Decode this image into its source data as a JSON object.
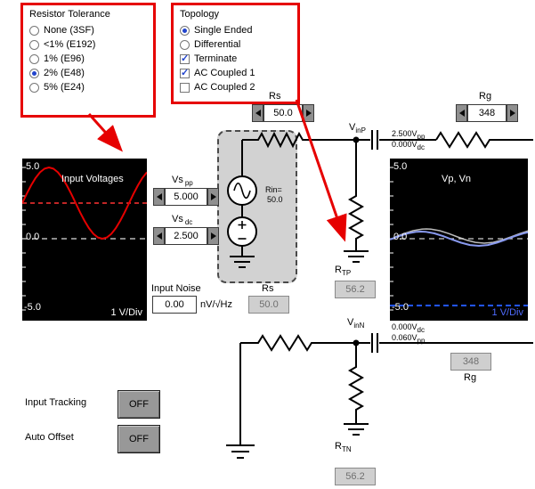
{
  "resistor_tolerance": {
    "title": "Resistor Tolerance",
    "options": [
      {
        "label": "None (3SF)",
        "selected": false
      },
      {
        "label": "<1% (E192)",
        "selected": false
      },
      {
        "label": "1% (E96)",
        "selected": false
      },
      {
        "label": "2% (E48)",
        "selected": true
      },
      {
        "label": "5% (E24)",
        "selected": false
      }
    ]
  },
  "topology": {
    "title": "Topology",
    "radios": [
      {
        "label": "Single Ended",
        "selected": true
      },
      {
        "label": "Differential",
        "selected": false
      }
    ],
    "checkboxes": [
      {
        "label": "Terminate",
        "checked": true
      },
      {
        "label": "AC Coupled 1",
        "checked": true
      },
      {
        "label": "AC Coupled 2",
        "checked": false
      }
    ]
  },
  "controls": {
    "rs_top": {
      "label": "Rs",
      "value": "50.0"
    },
    "rg_top": {
      "label": "Rg",
      "value": "348"
    },
    "vs_pp": {
      "label_main": "Vs",
      "label_sub": "pp",
      "value": "5.000"
    },
    "vs_dc": {
      "label_main": "Vs",
      "label_sub": "dc",
      "value": "2.500"
    },
    "input_noise": {
      "label": "Input Noise",
      "value": "0.00",
      "units": "nV/√Hz"
    },
    "rs_source": {
      "label": "Rs",
      "value": "50.0"
    },
    "rg_bottom": {
      "label": "Rg",
      "value": "348"
    },
    "rtp": {
      "label_main": "R",
      "label_sub": "TP",
      "value": "56.2"
    },
    "rtn": {
      "label_main": "R",
      "label_sub": "TN",
      "value": "56.2"
    },
    "input_tracking": {
      "label": "Input Tracking",
      "value": "OFF"
    },
    "auto_offset": {
      "label": "Auto Offset",
      "value": "OFF"
    }
  },
  "source_block": {
    "rin_label": "Rin=",
    "rin_value": "50.0"
  },
  "nodes": {
    "vinp_main": "V",
    "vinp_sub": "inP",
    "vinn_main": "V",
    "vinn_sub": "inN"
  },
  "annotations": {
    "p_line1": {
      "v": "2.500V",
      "sub": "pp"
    },
    "p_line2": {
      "v": "0.000V",
      "sub": "dc"
    },
    "n_line1": {
      "v": "0.000V",
      "sub": "dc"
    },
    "n_line2": {
      "v": "0.060V",
      "sub": "pp"
    }
  },
  "scopes": {
    "left": {
      "title": "Input Voltages",
      "y_top": "5.0",
      "y_mid": "0.0",
      "y_bot": "-5.0",
      "div": "1 V/Div",
      "trace": {
        "shape": "sine",
        "color": "red",
        "v_high": 5.0,
        "v_low": 0.0,
        "dc_marker": 2.5
      }
    },
    "right": {
      "title": "Vp, Vn",
      "y_top": "5.0",
      "y_mid": "0.0",
      "y_bot": "-5.0",
      "div": "1 V/Div",
      "trace": {
        "shape": "sine",
        "color": "blue",
        "center": 0.0,
        "marker_low": -4.6
      }
    }
  }
}
